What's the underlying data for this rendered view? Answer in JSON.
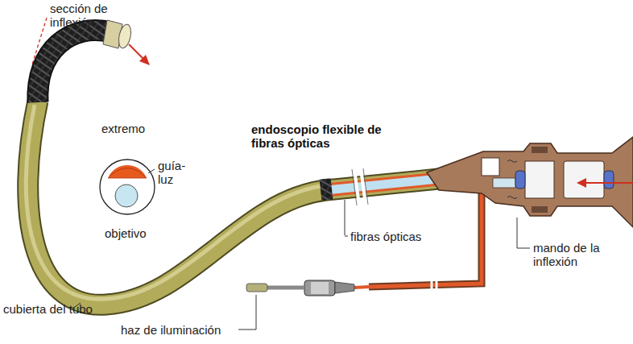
{
  "diagram": {
    "title": "endoscopio flexible de fibras ópticas",
    "labels": [
      "sección de inflexión",
      "extremo",
      "guía-luz",
      "objetivo",
      "fibras ópticas",
      "mando de la inflexión",
      "cubierta del tubo",
      "haz de iluminación"
    ]
  }
}
